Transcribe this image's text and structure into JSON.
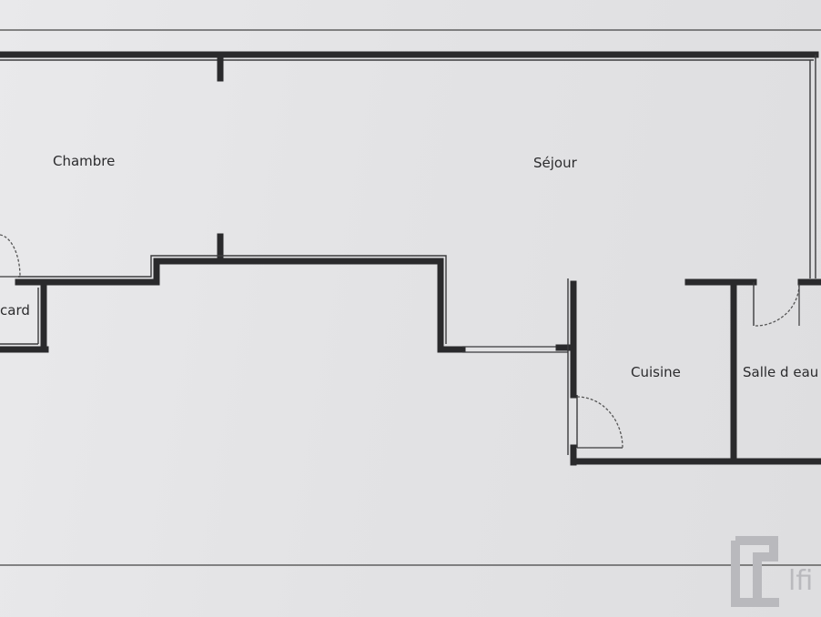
{
  "rooms": {
    "chambre": "Chambre",
    "sejour": "Séjour",
    "placard": "card",
    "cuisine": "Cuisine",
    "salle_deau": "Salle d eau"
  },
  "watermark": {
    "text": "lfi"
  },
  "colors": {
    "paper": "#e4e4e6",
    "wall": "#2a2a2c",
    "label": "#2b2b2d",
    "watermark": "#b9b9bd"
  }
}
